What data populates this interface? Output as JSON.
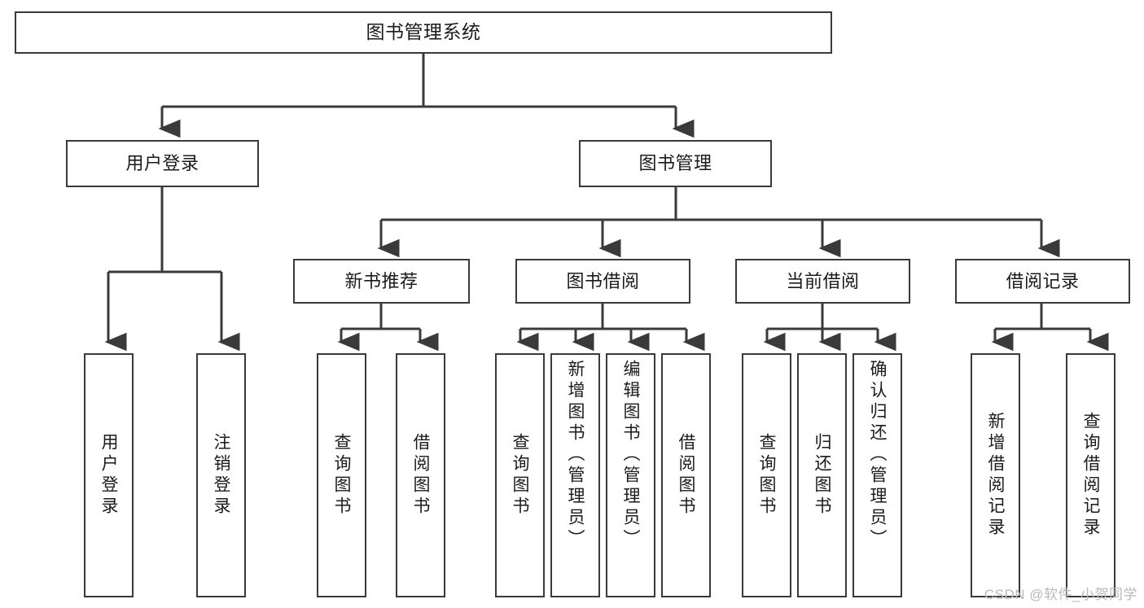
{
  "diagram": {
    "title": "图书管理系统",
    "watermark": "CSDN @软件_小贺同学",
    "colors": {
      "stroke": "#3a3a3a",
      "fill": "#ffffff",
      "text": "#1b1b1b",
      "watermark": "#b9b9b9"
    },
    "levels": {
      "root": {
        "label": "图书管理系统"
      },
      "level2": [
        {
          "label": "用户登录"
        },
        {
          "label": "图书管理"
        }
      ],
      "level3": [
        {
          "label": "新书推荐"
        },
        {
          "label": "图书借阅"
        },
        {
          "label": "当前借阅"
        },
        {
          "label": "借阅记录"
        }
      ],
      "leaves": {
        "user_login": [
          {
            "label": "用户登录"
          },
          {
            "label": "注销登录"
          }
        ],
        "new_book": [
          {
            "label": "查询图书"
          },
          {
            "label": "借阅图书"
          }
        ],
        "borrow_book": [
          {
            "label": "查询图书"
          },
          {
            "label": "新增图书（管理员）"
          },
          {
            "label": "编辑图书（管理员）"
          },
          {
            "label": "借阅图书"
          }
        ],
        "current_borrow": [
          {
            "label": "查询图书"
          },
          {
            "label": "归还图书"
          },
          {
            "label": "确认归还（管理员）"
          }
        ],
        "borrow_record": [
          {
            "label": "新增借阅记录"
          },
          {
            "label": "查询借阅记录"
          }
        ]
      }
    }
  }
}
